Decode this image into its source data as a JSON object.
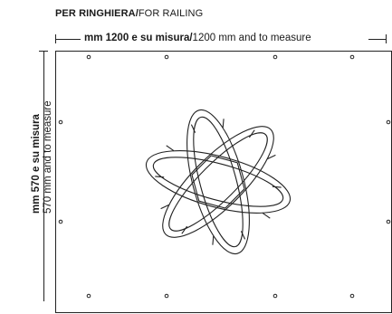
{
  "heading": {
    "bold": "PER RINGHIERA/",
    "normal": "FOR RAILING"
  },
  "width_dimension": {
    "bold": "mm 1200 e su misura/",
    "normal": "1200 mm and to measure"
  },
  "height_dimension": {
    "bold": "mm 570 e su misura",
    "normal": "570 mm and to measure"
  },
  "colors": {
    "stroke": "#222222",
    "background": "#ffffff"
  }
}
